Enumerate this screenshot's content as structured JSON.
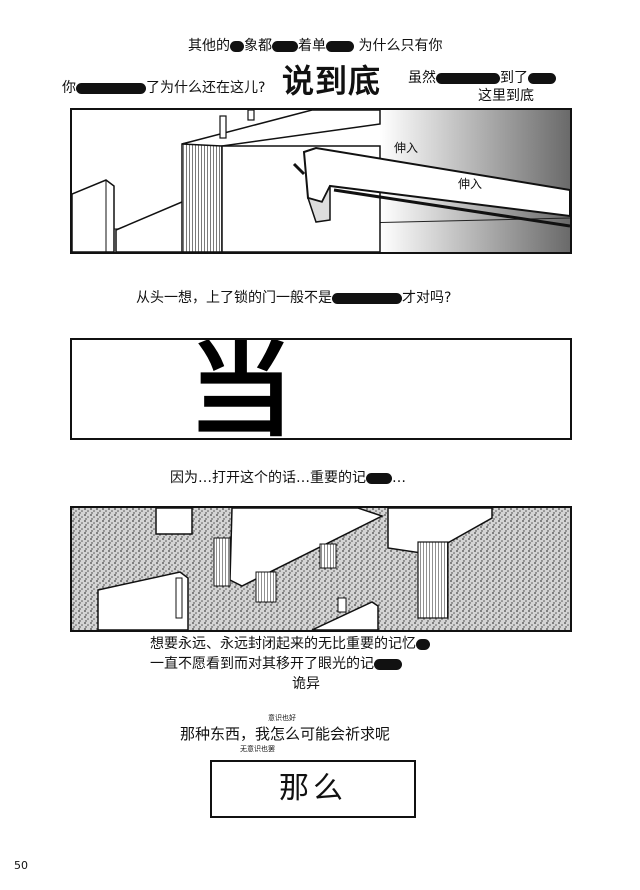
{
  "page": {
    "number": "50"
  },
  "top_captions": {
    "line1_a": "其他的",
    "line1_b": "象都",
    "line1_c": "着单",
    "line1_d": "为什么只有你",
    "line2_left_a": "你",
    "line2_left_b": "了为什么还在这儿?",
    "shout": "说到底",
    "line2_right_a": "虽然",
    "line2_right_b": "到了",
    "line3_right": "这里到底"
  },
  "panel1": {
    "sfx_1": "伸入",
    "sfx_2": "伸入"
  },
  "mid_caption_1": {
    "a": "从头一想，上了锁的门一般不是",
    "b": "才对吗?"
  },
  "panel2": {
    "big_char": "当"
  },
  "mid_caption_2": {
    "a": "因为…打开这个的话…重要的记",
    "b": "…"
  },
  "bottom_captions": {
    "line1_a": "想要永远、永远封闭起来的无比重要的记忆",
    "line2_a": "一直不愿看到而对其移开了眼光的记",
    "line3": "诡异"
  },
  "final_captions": {
    "small_top": "意识也好",
    "main": "那种东西，我怎么可能会祈求呢",
    "small_bottom": "无意识也罢"
  },
  "final_box": {
    "text": "那么"
  }
}
